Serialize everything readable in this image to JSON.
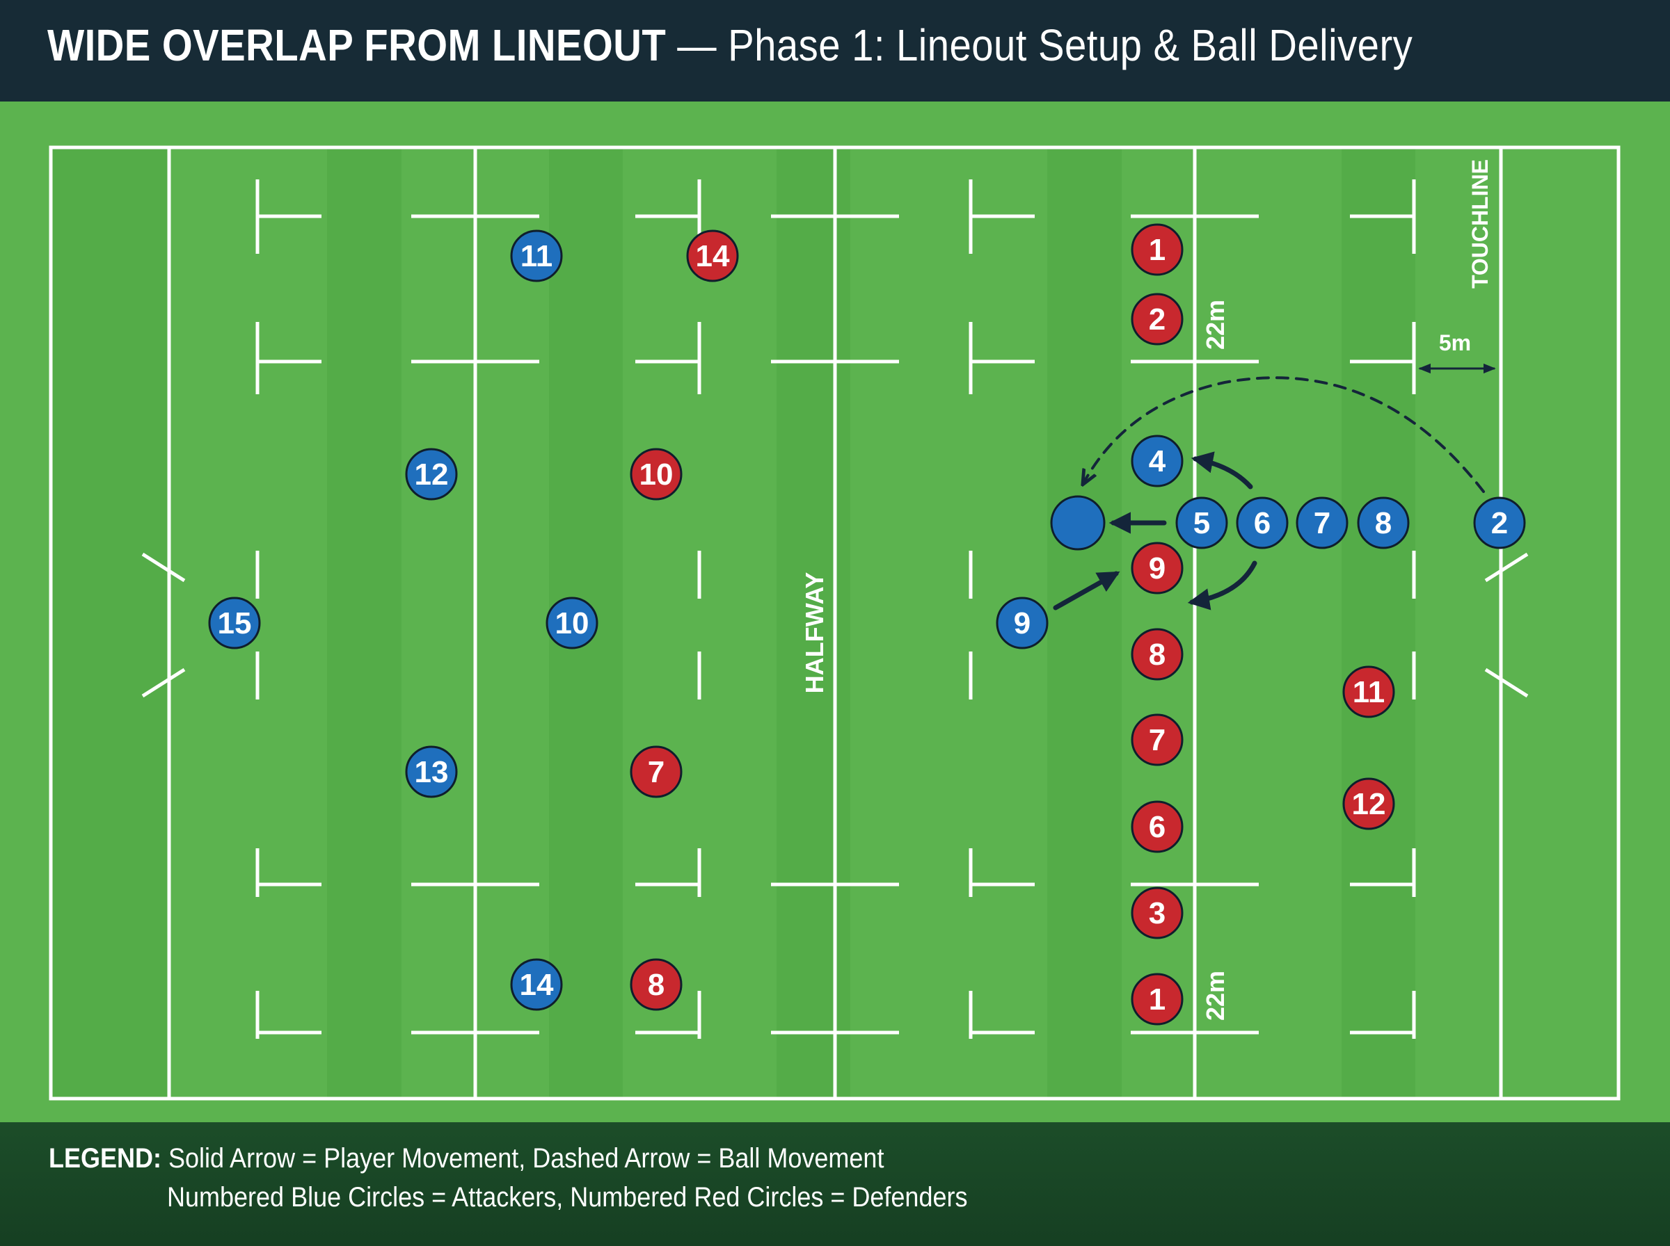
{
  "title": {
    "main": "WIDE OVERLAP FROM LINEOUT",
    "sub": " — Phase 1: Lineout Setup & Ball Delivery"
  },
  "field_labels": {
    "halfway": "HALFWAY",
    "touchline": "TOUCHLINE",
    "twentytwo": "22m",
    "five_m": "5m"
  },
  "attackers": [
    "11",
    "12",
    "15",
    "10",
    "13",
    "14",
    "4",
    "5",
    "6",
    "7",
    "8",
    "2",
    "9",
    ""
  ],
  "defenders": [
    "14",
    "10",
    "7",
    "8",
    "1",
    "2",
    "9",
    "8",
    "7",
    "6",
    "3",
    "1",
    "11",
    "12"
  ],
  "legend": {
    "key": "LEGEND:",
    "line1": " Solid Arrow = Player Movement, Dashed Arrow = Ball Movement",
    "line2": "Numbered Blue Circles = Attackers, Numbered Red Circles = Defenders"
  },
  "colors": {
    "attacker": "#1f6fbd",
    "defender": "#c8282e",
    "grass_light": "#5cb34f",
    "grass_dark": "#4fa544",
    "header_bg": "#172b36",
    "legend_bg": "#1c4d29",
    "arrow": "#14253a"
  }
}
